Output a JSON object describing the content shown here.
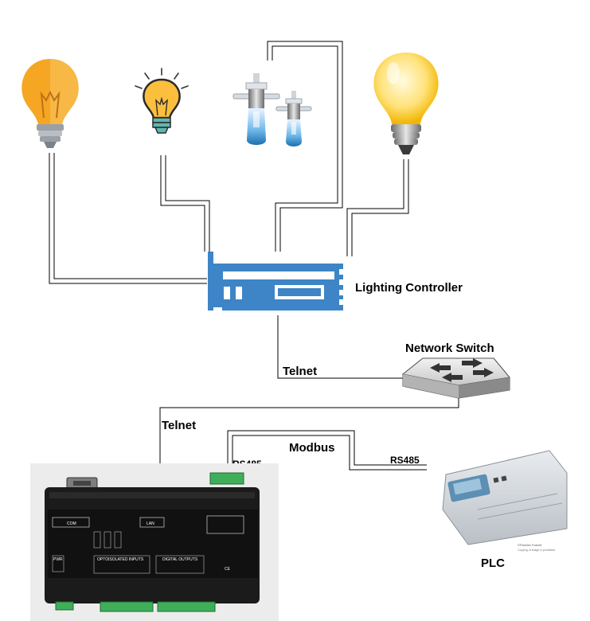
{
  "labels": {
    "lighting_controller": "Lighting Controller",
    "network_switch": "Network Switch",
    "telnet_switch": "Telnet",
    "telnet_device": "Telnet",
    "modbus": "Modbus",
    "rs485_device": "RS485",
    "rs485_plc": "RS485",
    "plc": "PLC"
  },
  "device_panel": {
    "com": "COM",
    "lan": "LAN",
    "pwr": "PWR",
    "inputs": "OPTOISOLATED INPUTS",
    "outputs": "DIGITAL OUTPUTS",
    "ce": "CE"
  },
  "plc_watermark": {
    "line1": "©Premier Farnell",
    "line2": "Copying of image is prohibited"
  },
  "colors": {
    "controller_blue": "#3d85c6",
    "bulb_orange": "#f5a623",
    "bulb_yellow": "#ffd54f",
    "wire": "#000000"
  }
}
